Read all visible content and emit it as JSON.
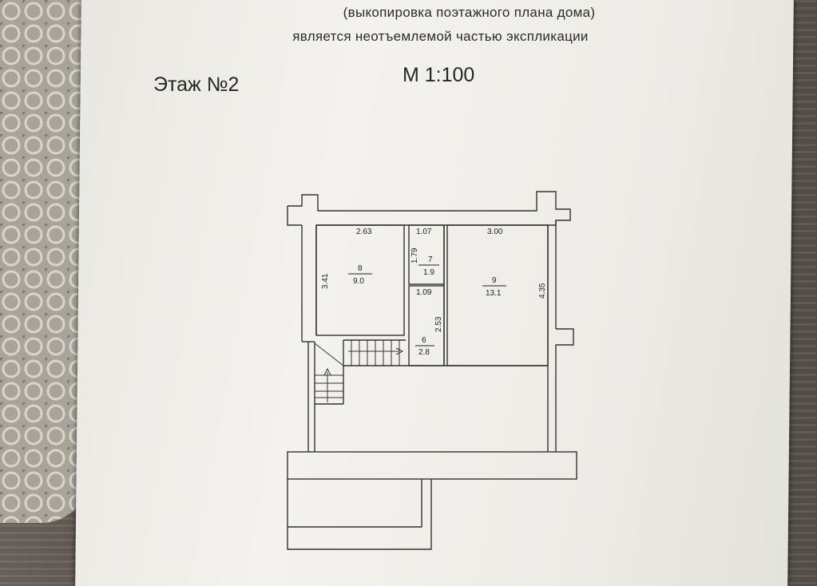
{
  "header": {
    "line1": "(выкопировка поэтажного плана дома)",
    "line2": "является неотъемлемой частью экспликации"
  },
  "floor_label": "Этаж №2",
  "scale_label": "М 1:100",
  "plan": {
    "dims": {
      "top_left": "2.63",
      "top_mid": "1.07",
      "top_right": "3.00",
      "left": "3.41",
      "mid_small": "1.79",
      "mid_width": "1.09",
      "mid_height": "2.53",
      "right": "4.35"
    },
    "rooms": [
      {
        "number": "8",
        "area": "9.0"
      },
      {
        "number": "7",
        "area": "1.9"
      },
      {
        "number": "9",
        "area": "13.1"
      },
      {
        "number": "6",
        "area": "2.8"
      }
    ]
  }
}
